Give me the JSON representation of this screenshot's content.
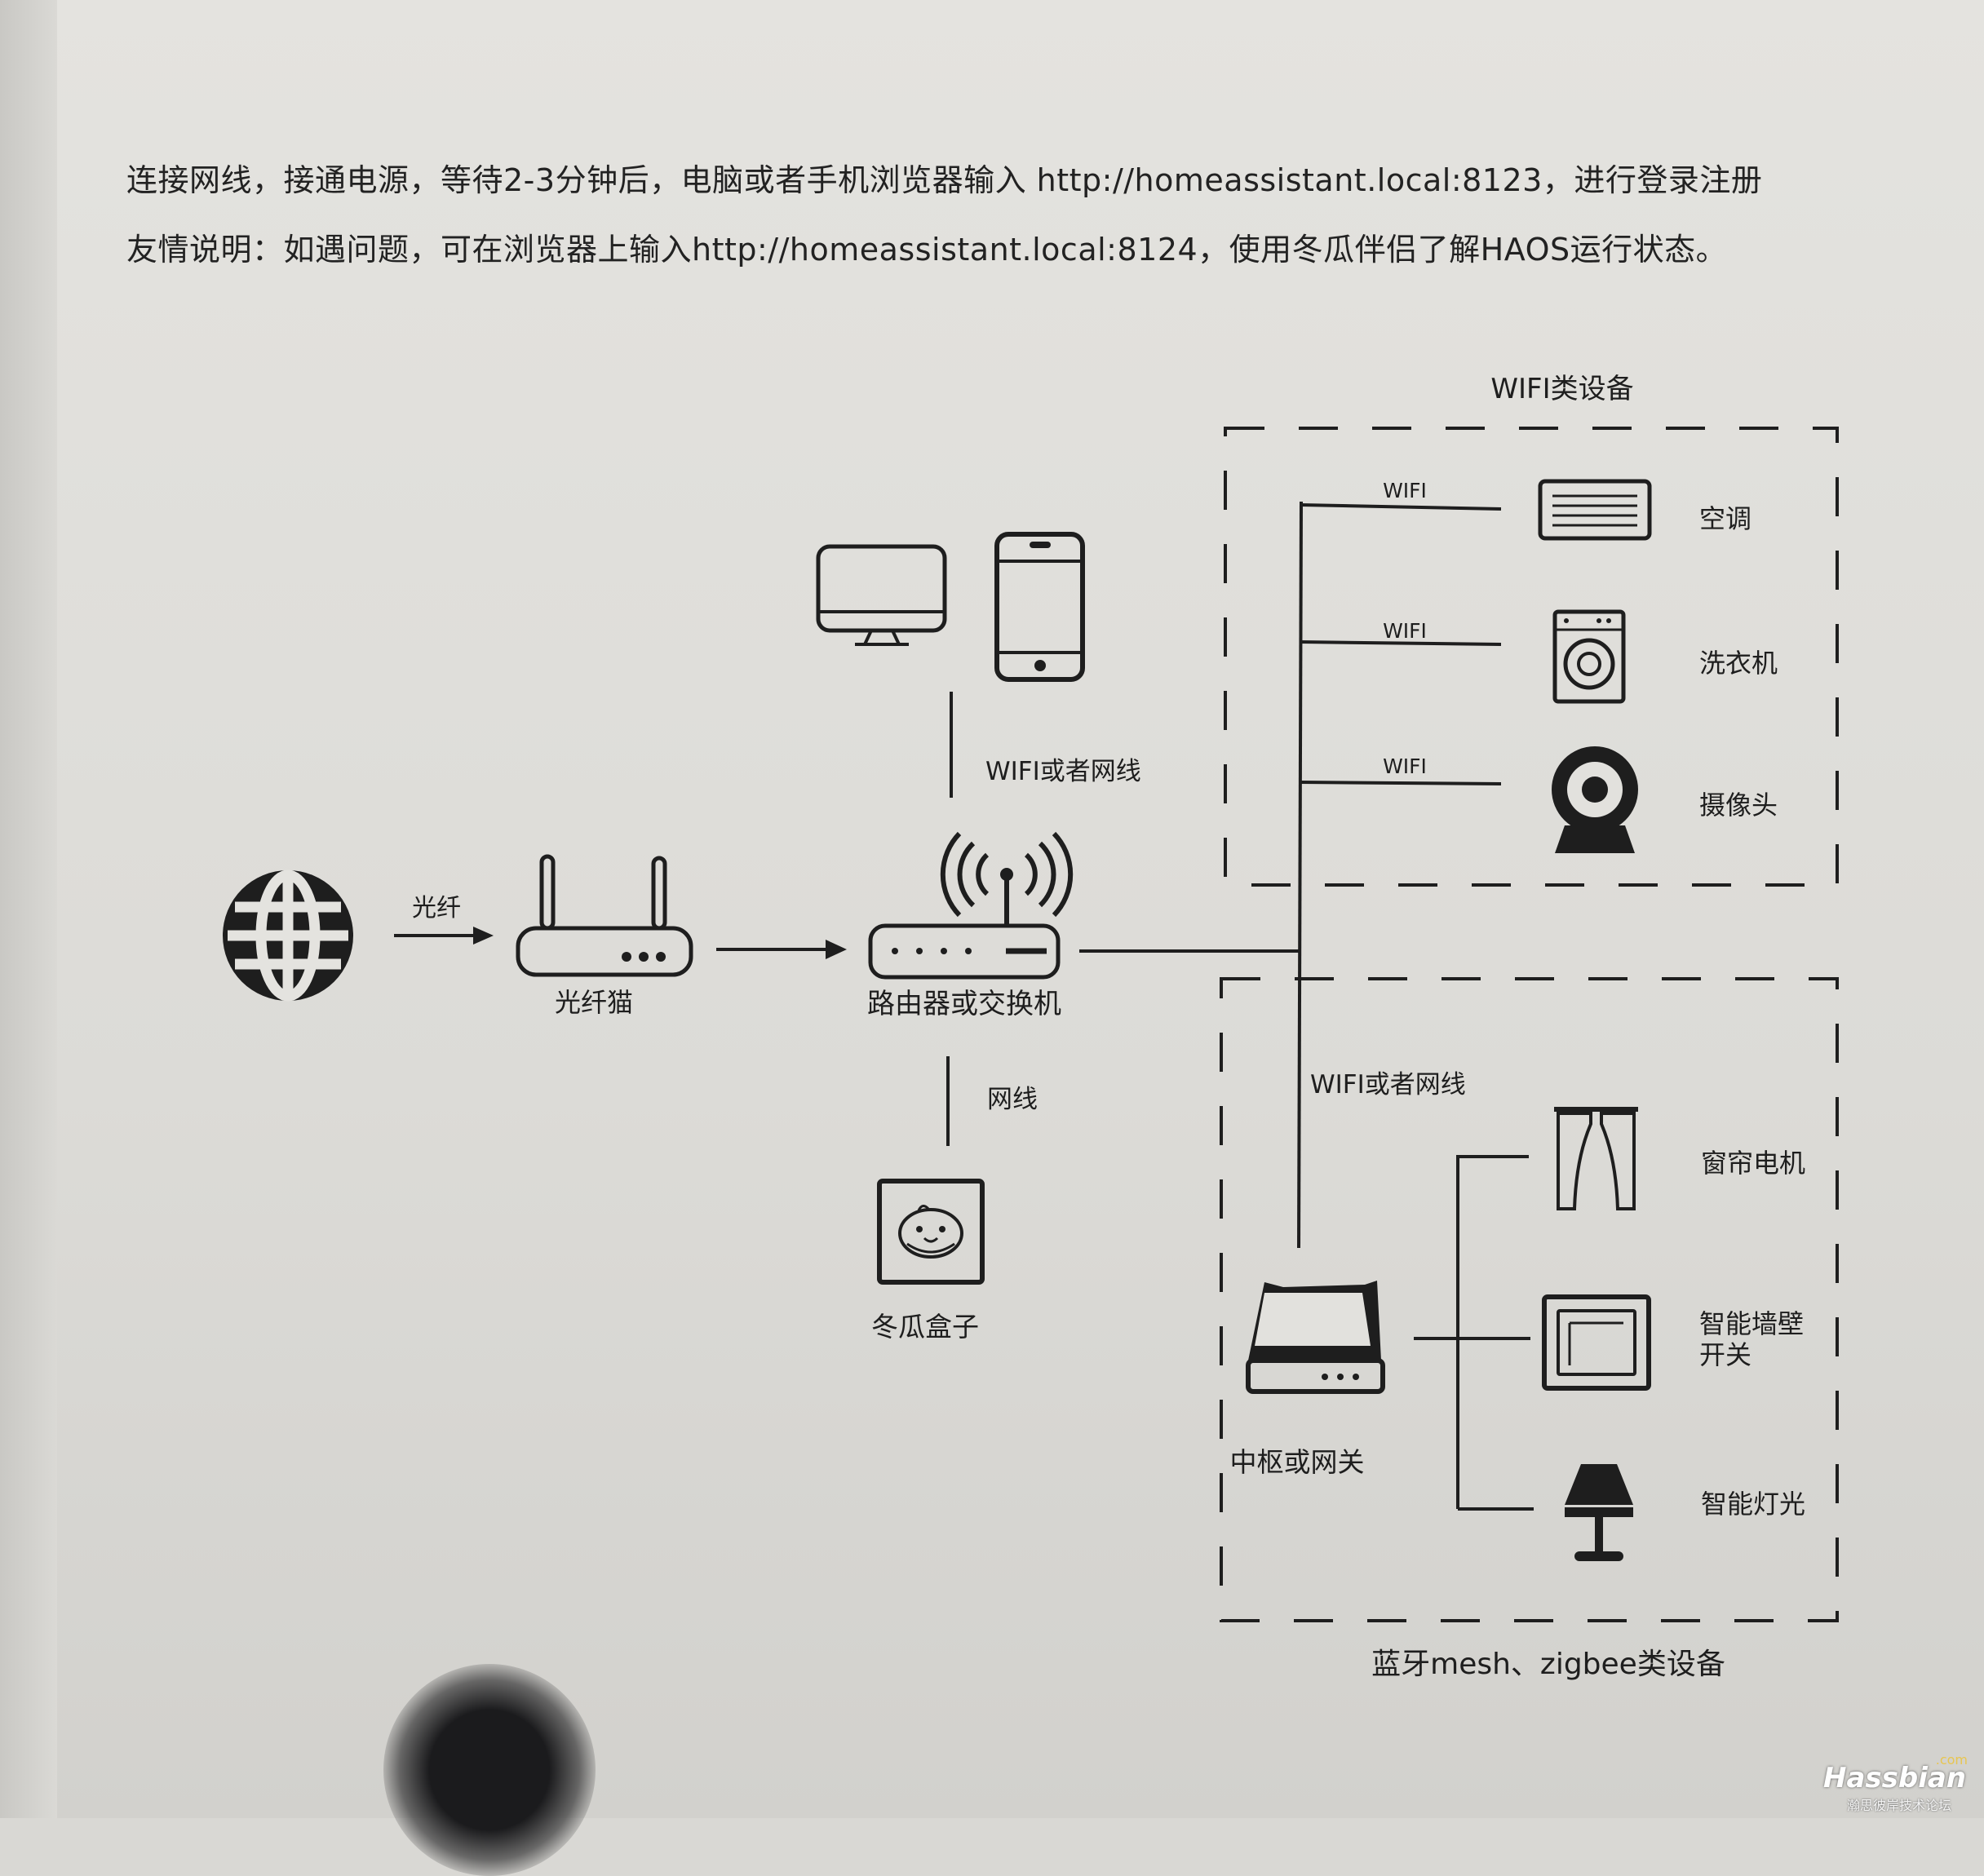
{
  "intro": {
    "line1": "连接网线，接通电源，等待2-3分钟后，电脑或者手机浏览器输入 http://homeassistant.local:8123，进行登录注册",
    "line2": "友情说明：如遇问题，可在浏览器上输入http://homeassistant.local:8124，使用冬瓜伴侣了解HAOS运行状态。"
  },
  "diagram": {
    "wifi_group_title": "WIFI类设备",
    "mesh_group_title": "蓝牙mesh、zigbee类设备",
    "fiber_label": "光纤",
    "modem_label": "光纤猫",
    "router_label": "路由器或交换机",
    "client_link_label": "WIFI或者网线",
    "box_link_label": "网线",
    "box_label": "冬瓜盒子",
    "hub_link_label": "WIFI或者网线",
    "hub_label": "中枢或网关",
    "wifi_link_label": "WIFI",
    "wifi_devices": [
      {
        "name": "空调",
        "icon": "air-conditioner-icon"
      },
      {
        "name": "洗衣机",
        "icon": "washing-machine-icon"
      },
      {
        "name": "摄像头",
        "icon": "webcam-icon"
      }
    ],
    "mesh_devices": [
      {
        "name": "窗帘电机",
        "icon": "curtain-icon"
      },
      {
        "name": "智能墙壁",
        "name2": "开关",
        "icon": "wall-switch-icon"
      },
      {
        "name": "智能灯光",
        "icon": "table-lamp-icon"
      }
    ]
  },
  "watermark": {
    "brand": "Hassbian",
    "domain": ".com",
    "tagline": "瀚思彼岸技术论坛"
  }
}
